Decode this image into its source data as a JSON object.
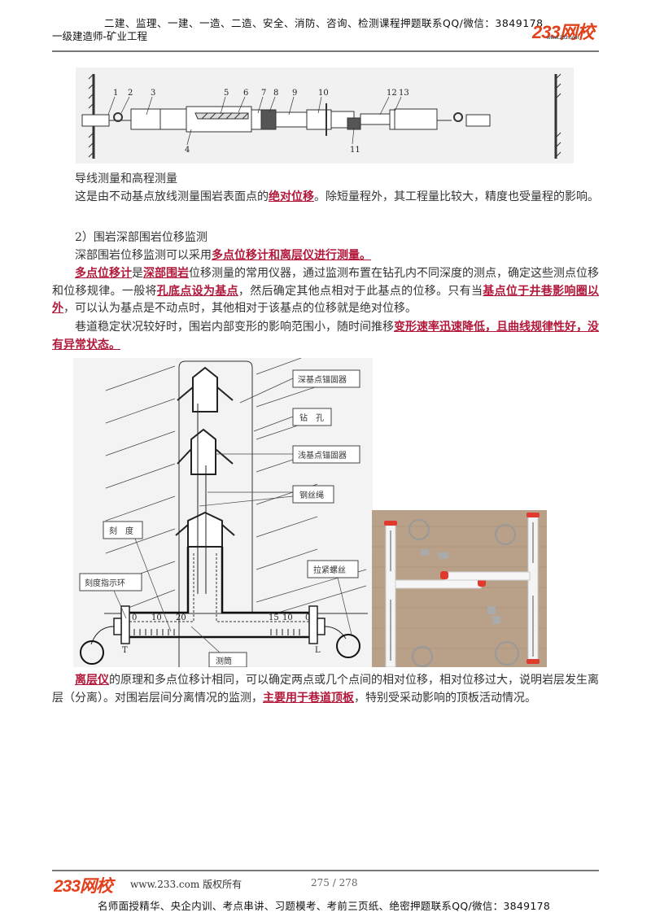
{
  "header": {
    "promo_line": "二建、监理、一建、一造、二造、安全、消防、咨询、检测课程押题联系QQ/微信：3849178",
    "subtitle": "一级建造师-矿业工程",
    "logo_text": "233网校",
    "logo_url": "www.233.com"
  },
  "figure1": {
    "description": "收敛计结构示意图",
    "labels": [
      "1",
      "2",
      "3",
      "4",
      "5",
      "6",
      "7",
      "8",
      "9",
      "10",
      "11",
      "12",
      "13"
    ]
  },
  "paragraphs": [
    {
      "id": "p1",
      "segments": [
        {
          "text": "导线测量和高程测量",
          "hl": false
        }
      ]
    },
    {
      "id": "p2",
      "segments": [
        {
          "text": "这是由不动基点放线测量围岩表面点的",
          "hl": false
        },
        {
          "text": "绝对位移",
          "hl": true
        },
        {
          "text": "。除短量程外，其工程量比较大，精度也受量程的影响。",
          "hl": false
        }
      ]
    },
    {
      "id": "p3",
      "segments": [
        {
          "text": "2）围岩深部围岩位移监测",
          "hl": false
        }
      ]
    },
    {
      "id": "p4",
      "segments": [
        {
          "text": "深部围岩位移监测可以采用",
          "hl": false
        },
        {
          "text": "多点位移计和离层仪进行测量。",
          "hl": true
        }
      ]
    },
    {
      "id": "p5",
      "segments": [
        {
          "text": "多点位移计",
          "hl": true
        },
        {
          "text": "是",
          "hl": false
        },
        {
          "text": "深部围岩",
          "hl": true
        },
        {
          "text": "位移测量的常用仪器，通过监测布置在钻孔内不同深度的测点，确定这些测点位移和位移规律。一般将",
          "hl": false
        },
        {
          "text": "孔底点设为基点",
          "hl": true
        },
        {
          "text": "，然后确定其他点相对于此基点的位移。只有当",
          "hl": false
        },
        {
          "text": "基点位于井巷影响圈以外",
          "hl": true
        },
        {
          "text": "，可以认为基点是不动点时，其他相对于该基点的位移就是绝对位移。",
          "hl": false
        }
      ]
    },
    {
      "id": "p6",
      "segments": [
        {
          "text": "巷道稳定状况较好时，围岩内部变形的影响范围小，随时间推移",
          "hl": false
        },
        {
          "text": "变形速率迅速降低，且曲线规律性好，没有异常状态。",
          "hl": true
        }
      ]
    },
    {
      "id": "p7",
      "segments": [
        {
          "text": "离层仪",
          "hl": true
        },
        {
          "text": "的原理和多点位移计相同，可以确定两点或几个点间的相对位移，相对位移过大，说明岩层发生离层（分离）。对围岩层间分离情况的监测，",
          "hl": false
        },
        {
          "text": "主要用于巷道顶板",
          "hl": true
        },
        {
          "text": "，特别受采动影响的顶板活动情况。",
          "hl": false
        }
      ]
    }
  ],
  "figure2": {
    "labels": {
      "deep_anchor": "深基点锚固器",
      "borehole": "钻　孔",
      "shallow_anchor": "浅基点锚固器",
      "wire_rope": "钢丝绳",
      "scale": "刻　度",
      "scale_ring": "刻度指示环",
      "tension_screw": "拉紧螺丝",
      "tube": "测筒",
      "T": "T",
      "L": "L"
    },
    "left_ticks": [
      "0",
      "10",
      "20"
    ],
    "right_ticks": [
      "15",
      "10",
      "0"
    ]
  },
  "figure3": {
    "description": "离层仪实物照片"
  },
  "footer": {
    "logo_text": "233网校",
    "copyright": "www.233.com 版权所有",
    "page": "275 / 278",
    "promo_line": "名师面授精华、央企内训、考点串讲、习题模考、考前三页纸、绝密押题联系QQ/微信：3849178"
  },
  "colors": {
    "highlight": "#b2183a",
    "brand": "#e2411c",
    "rule": "#777777"
  }
}
